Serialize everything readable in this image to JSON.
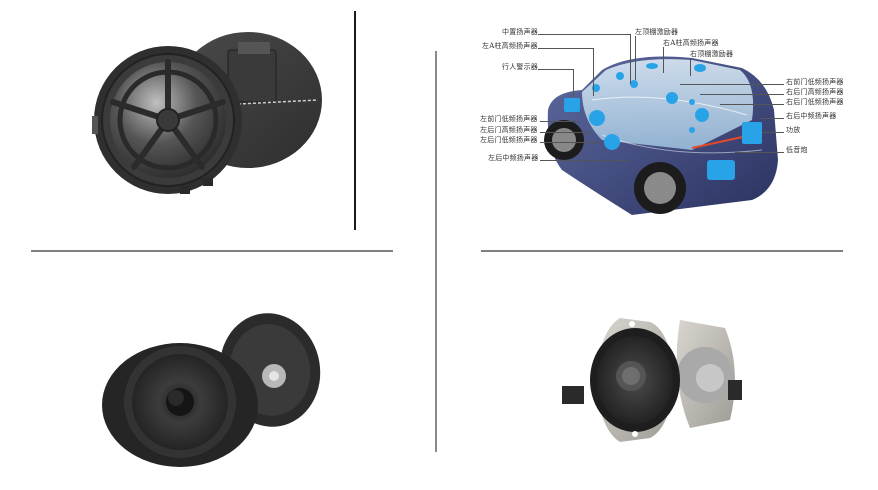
{
  "panels": {
    "top_left": {
      "subject": "round tweeter speaker with rear housing and circuit board",
      "colors": {
        "body": "#3a3a3a",
        "highlight": "#bdbdbd"
      }
    },
    "top_right": {
      "subject": "SUV cutaway diagram showing speaker placement",
      "colors": {
        "car_body": "#3d4a7a",
        "glass": "#cfe4f3",
        "speaker": "#29a3e8"
      },
      "labels_left": [
        "中置扬声器",
        "左A柱高频扬声器",
        "行人警示器",
        "左前门低频扬声器",
        "左后门高频扬声器",
        "左后门低频扬声器",
        "左后中频扬声器"
      ],
      "labels_top": [
        "左顶棚激励器",
        "右A柱高频扬声器",
        "右顶棚激励器"
      ],
      "labels_right": [
        "右前门低频扬声器",
        "右后门高频扬声器",
        "右后门低频扬声器",
        "右后中频扬声器",
        "功放",
        "低音炮"
      ]
    },
    "bottom_left": {
      "subject": "coaxial door speaker front and rear view",
      "colors": {
        "body": "#2b2b2b",
        "magnet": "#b8b8b8"
      }
    },
    "bottom_right": {
      "subject": "oval speaker with metal bracket front and rear view",
      "colors": {
        "cone": "#2a2a2a",
        "bracket": "#c8c4bd",
        "magnet": "#a9a9a9"
      }
    }
  },
  "dividers": {
    "color": "#7f7f7f",
    "accent_line_color": "#1a1a1a"
  }
}
